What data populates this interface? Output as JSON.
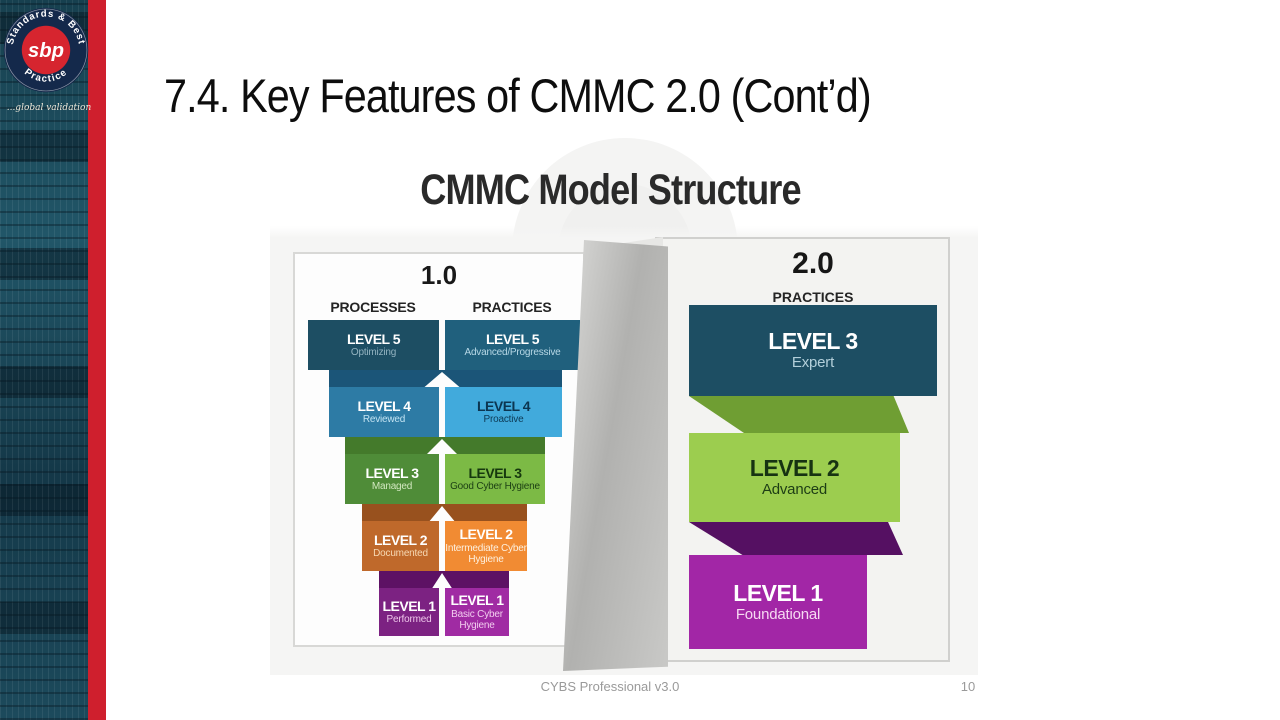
{
  "slide": {
    "title": "7.4. Key Features of CMMC 2.0 (Cont’d)",
    "footer": {
      "center": "CYBS Professional v3.0",
      "page_number": "10"
    }
  },
  "logo": {
    "arc_top": "Standards & Best",
    "arc_bottom": "Practice",
    "monogram": "sbp",
    "tagline": "...global validation"
  },
  "diagram": {
    "heading": "CMMC Model Structure",
    "panel_10": {
      "version": "1.0",
      "columns": [
        "PROCESSES",
        "PRACTICES"
      ],
      "processes": [
        {
          "level": "LEVEL 5",
          "name": "Optimizing"
        },
        {
          "level": "LEVEL 4",
          "name": "Reviewed"
        },
        {
          "level": "LEVEL 3",
          "name": "Managed"
        },
        {
          "level": "LEVEL 2",
          "name": "Documented"
        },
        {
          "level": "LEVEL 1",
          "name": "Performed"
        }
      ],
      "practices": [
        {
          "level": "LEVEL 5",
          "name": "Advanced/Progressive"
        },
        {
          "level": "LEVEL 4",
          "name": "Proactive"
        },
        {
          "level": "LEVEL 3",
          "name": "Good Cyber Hygiene"
        },
        {
          "level": "LEVEL 2",
          "name": "Intermediate Cyber Hygiene"
        },
        {
          "level": "LEVEL 1",
          "name": "Basic Cyber Hygiene"
        }
      ]
    },
    "panel_20": {
      "version": "2.0",
      "column_label": "PRACTICES",
      "levels": [
        {
          "level": "LEVEL 3",
          "name": "Expert"
        },
        {
          "level": "LEVEL 2",
          "name": "Advanced"
        },
        {
          "level": "LEVEL 1",
          "name": "Foundational"
        }
      ]
    },
    "colors": {
      "accent_red": "#cf1f2d",
      "strip_teal": "#1d4a5c",
      "l5_left": "#1d4e63",
      "l5_right": "#20607d",
      "l4_left": "#2d7ba5",
      "l4_right": "#41aadc",
      "l3_left": "#4f8c38",
      "l3_right": "#7cba45",
      "l2_left": "#bf692b",
      "l2_right": "#f18b33",
      "l1_left": "#7c2282",
      "l1_right": "#a02ba3",
      "band_l4": "#1b5578",
      "band_l3": "#447a2b",
      "band_l2": "#98511e",
      "band_l1": "#5d1164",
      "v2_l3": "#1d4e63",
      "v2_l2": "#9ccd4f",
      "v2_l1": "#a226a6",
      "v2_fold_green": "#6f9e33",
      "v2_fold_purple": "#551062"
    }
  }
}
